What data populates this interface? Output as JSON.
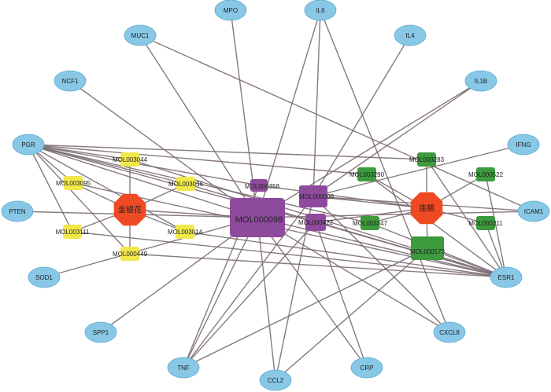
{
  "network": {
    "nodes": [
      {
        "id": "MPO",
        "label": "MPO",
        "type": "target"
      },
      {
        "id": "IL6",
        "label": "IL6",
        "type": "target"
      },
      {
        "id": "MUC1",
        "label": "MUC1",
        "type": "target"
      },
      {
        "id": "IL4",
        "label": "IL4",
        "type": "target"
      },
      {
        "id": "NCF1",
        "label": "NCF1",
        "type": "target"
      },
      {
        "id": "IL1B",
        "label": "IL1B",
        "type": "target"
      },
      {
        "id": "PGR",
        "label": "PGR",
        "type": "target"
      },
      {
        "id": "IFNG",
        "label": "IFNG",
        "type": "target"
      },
      {
        "id": "PTEN",
        "label": "PTEN",
        "type": "target"
      },
      {
        "id": "ICAM1",
        "label": "ICAM1",
        "type": "target"
      },
      {
        "id": "SOD1",
        "label": "SOD1",
        "type": "target"
      },
      {
        "id": "ESR1",
        "label": "ESR1",
        "type": "target"
      },
      {
        "id": "SPP1",
        "label": "SPP1",
        "type": "target"
      },
      {
        "id": "CXCL8",
        "label": "CXCL8",
        "type": "target"
      },
      {
        "id": "TNF",
        "label": "TNF",
        "type": "target"
      },
      {
        "id": "CCL2",
        "label": "CCL2",
        "type": "target"
      },
      {
        "id": "CRP",
        "label": "CRP",
        "type": "target"
      },
      {
        "id": "H1",
        "label": "金银花",
        "type": "herb"
      },
      {
        "id": "H2",
        "label": "连翘",
        "type": "herb"
      },
      {
        "id": "MOL003044",
        "label": "MOL003044",
        "type": "herb1-compound"
      },
      {
        "id": "MOL003095",
        "label": "MOL003095",
        "type": "herb1-compound"
      },
      {
        "id": "MOL003036",
        "label": "MOL003036",
        "type": "herb1-compound"
      },
      {
        "id": "MOL003111",
        "label": "MOL003111",
        "type": "herb1-compound"
      },
      {
        "id": "MOL003014",
        "label": "MOL003014",
        "type": "herb1-compound"
      },
      {
        "id": "MOL000449",
        "label": "MOL000449",
        "type": "herb1-compound"
      },
      {
        "id": "MOL000098",
        "label": "MOL000098",
        "type": "shared-compound"
      },
      {
        "id": "MOL000358",
        "label": "MOL000358",
        "type": "shared-compound"
      },
      {
        "id": "MOL000006",
        "label": "MOL000006",
        "type": "shared-compound"
      },
      {
        "id": "MOL000422",
        "label": "MOL000422",
        "type": "shared-compound"
      },
      {
        "id": "MOL003283",
        "label": "MOL003283",
        "type": "herb2-compound"
      },
      {
        "id": "MOL003290",
        "label": "MOL003290",
        "type": "herb2-compound"
      },
      {
        "id": "MOL000522",
        "label": "MOL000522",
        "type": "herb2-compound"
      },
      {
        "id": "MOL003347",
        "label": "MOL003347",
        "type": "herb2-compound"
      },
      {
        "id": "MOL000211",
        "label": "MOL000211",
        "type": "herb2-compound"
      },
      {
        "id": "MOL000173",
        "label": "MOL000173",
        "type": "herb2-compound"
      }
    ],
    "edges": [
      [
        "H1",
        "MOL003044"
      ],
      [
        "H1",
        "MOL003095"
      ],
      [
        "H1",
        "MOL003036"
      ],
      [
        "H1",
        "MOL003111"
      ],
      [
        "H1",
        "MOL003014"
      ],
      [
        "H1",
        "MOL000449"
      ],
      [
        "H1",
        "MOL000098"
      ],
      [
        "H2",
        "MOL003283"
      ],
      [
        "H2",
        "MOL003290"
      ],
      [
        "H2",
        "MOL000522"
      ],
      [
        "H2",
        "MOL003347"
      ],
      [
        "H2",
        "MOL000211"
      ],
      [
        "H2",
        "MOL000173"
      ],
      [
        "H2",
        "MOL000006"
      ],
      [
        "H2",
        "MOL000422"
      ],
      [
        "H2",
        "MOL000358"
      ],
      [
        "MOL000098",
        "MPO"
      ],
      [
        "MOL000098",
        "PGR"
      ],
      [
        "MOL000098",
        "PTEN"
      ],
      [
        "MOL000098",
        "NCF1"
      ],
      [
        "MOL000098",
        "SOD1"
      ],
      [
        "MOL000098",
        "SPP1"
      ],
      [
        "MOL000098",
        "TNF"
      ],
      [
        "MOL000098",
        "CCL2"
      ],
      [
        "MOL000098",
        "CRP"
      ],
      [
        "MOL000098",
        "CXCL8"
      ],
      [
        "MOL000098",
        "ICAM1"
      ],
      [
        "MOL000098",
        "ESR1"
      ],
      [
        "MOL000098",
        "IL6"
      ],
      [
        "MOL000098",
        "MUC1"
      ],
      [
        "MOL000098",
        "IL1B"
      ],
      [
        "MOL000006",
        "IL6"
      ],
      [
        "MOL000006",
        "IL4"
      ],
      [
        "MOL000006",
        "TNF"
      ],
      [
        "MOL000006",
        "CXCL8"
      ],
      [
        "MOL000006",
        "IFNG"
      ],
      [
        "MOL000006",
        "IL1B"
      ],
      [
        "MOL000006",
        "ICAM1"
      ],
      [
        "MOL000006",
        "CCL2"
      ],
      [
        "MOL000422",
        "TNF"
      ],
      [
        "MOL000422",
        "ESR1"
      ],
      [
        "MOL000422",
        "PGR"
      ],
      [
        "MOL000422",
        "CRP"
      ],
      [
        "MOL000358",
        "PGR"
      ],
      [
        "MOL000358",
        "TNF"
      ],
      [
        "MOL003044",
        "PGR"
      ],
      [
        "MOL003044",
        "ESR1"
      ],
      [
        "MOL003095",
        "PGR"
      ],
      [
        "MOL003095",
        "ESR1"
      ],
      [
        "MOL003036",
        "PGR"
      ],
      [
        "MOL003036",
        "ESR1"
      ],
      [
        "MOL003111",
        "PGR"
      ],
      [
        "MOL003111",
        "ESR1"
      ],
      [
        "MOL003014",
        "PGR"
      ],
      [
        "MOL003014",
        "ESR1"
      ],
      [
        "MOL000449",
        "PGR"
      ],
      [
        "MOL000449",
        "ESR1"
      ],
      [
        "MOL003283",
        "ESR1"
      ],
      [
        "MOL003283",
        "PGR"
      ],
      [
        "MOL003290",
        "ESR1"
      ],
      [
        "MOL003290",
        "PGR"
      ],
      [
        "MOL000522",
        "ESR1"
      ],
      [
        "MOL003347",
        "ESR1"
      ],
      [
        "MOL003347",
        "PGR"
      ],
      [
        "MOL000211",
        "ESR1"
      ],
      [
        "MOL000173",
        "ESR1"
      ],
      [
        "MOL000173",
        "TNF"
      ],
      [
        "MOL000173",
        "CCL2"
      ],
      [
        "IL6",
        "CXCL8"
      ],
      [
        "MUC1",
        "ICAM1"
      ]
    ]
  },
  "style": {
    "colors": {
      "target": "#88c8e6",
      "target_stroke": "#5aa9cf",
      "herb": "#f04a24",
      "herb1-compound": "#f2e84a",
      "shared-compound": "#8e4a9c",
      "herb2-compound": "#3d9a3d",
      "edge": "#7a6a72"
    }
  }
}
